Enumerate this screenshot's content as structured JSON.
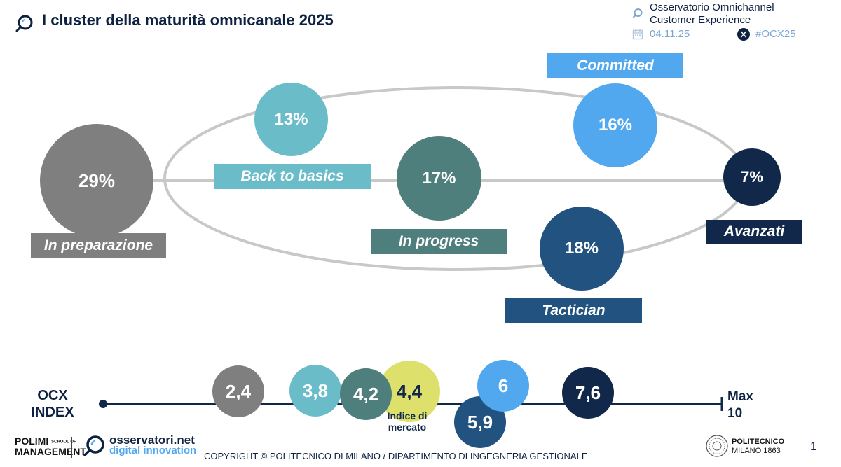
{
  "header": {
    "title": "I cluster della maturità omnicanale 2025",
    "org_line1": "Osservatorio Omnichannel",
    "org_line2": "Customer Experience",
    "date": "04.11.25",
    "hashtag": "#OCX25"
  },
  "clusters": [
    {
      "key": "preparazione",
      "label": "In preparazione",
      "value": "29%",
      "color": "#7f7f7f"
    },
    {
      "key": "back-to-basics",
      "label": "Back to basics",
      "value": "13%",
      "color": "#6bbcc9"
    },
    {
      "key": "in-progress",
      "label": "In progress",
      "value": "17%",
      "color": "#4f7f7c"
    },
    {
      "key": "committed",
      "label": "Committed",
      "value": "16%",
      "color": "#52a8ef"
    },
    {
      "key": "tactician",
      "label": "Tactician",
      "value": "18%",
      "color": "#22527f"
    },
    {
      "key": "avanzati",
      "label": "Avanzati",
      "value": "7%",
      "color": "#12284a"
    }
  ],
  "ocx_index": {
    "title_line1": "OCX",
    "title_line2": "INDEX",
    "max_line1": "Max",
    "max_line2": "10",
    "points": [
      {
        "value": "2,4",
        "color": "#7f7f7f"
      },
      {
        "value": "3,8",
        "color": "#6bbcc9"
      },
      {
        "value": "4,2",
        "color": "#4f7f7c"
      },
      {
        "value": "4,4",
        "color": "#dde06a"
      },
      {
        "value": "5,9",
        "color": "#22527f"
      },
      {
        "value": "6",
        "color": "#52a8ef"
      },
      {
        "value": "7,6",
        "color": "#12284a"
      }
    ],
    "market_label_line1": "Indice di",
    "market_label_line2": "mercato"
  },
  "footer": {
    "polimi_line1": "POLIMI",
    "polimi_school": "SCHOOL OF",
    "polimi_line2": "MANAGEMENT",
    "osservatori_line1": "osservatori.net",
    "osservatori_line2": "digital innovation",
    "copyright": "COPYRIGHT © POLITECNICO DI MILANO / DIPARTIMENTO DI INGEGNERIA GESTIONALE",
    "politecnico_line1": "POLITECNICO",
    "politecnico_line2": "MILANO 1863",
    "page_number": "1"
  },
  "colors": {
    "navy": "#0d2240",
    "ellipse": "#c8c8c8",
    "header_accent": "#7aa6d6"
  }
}
